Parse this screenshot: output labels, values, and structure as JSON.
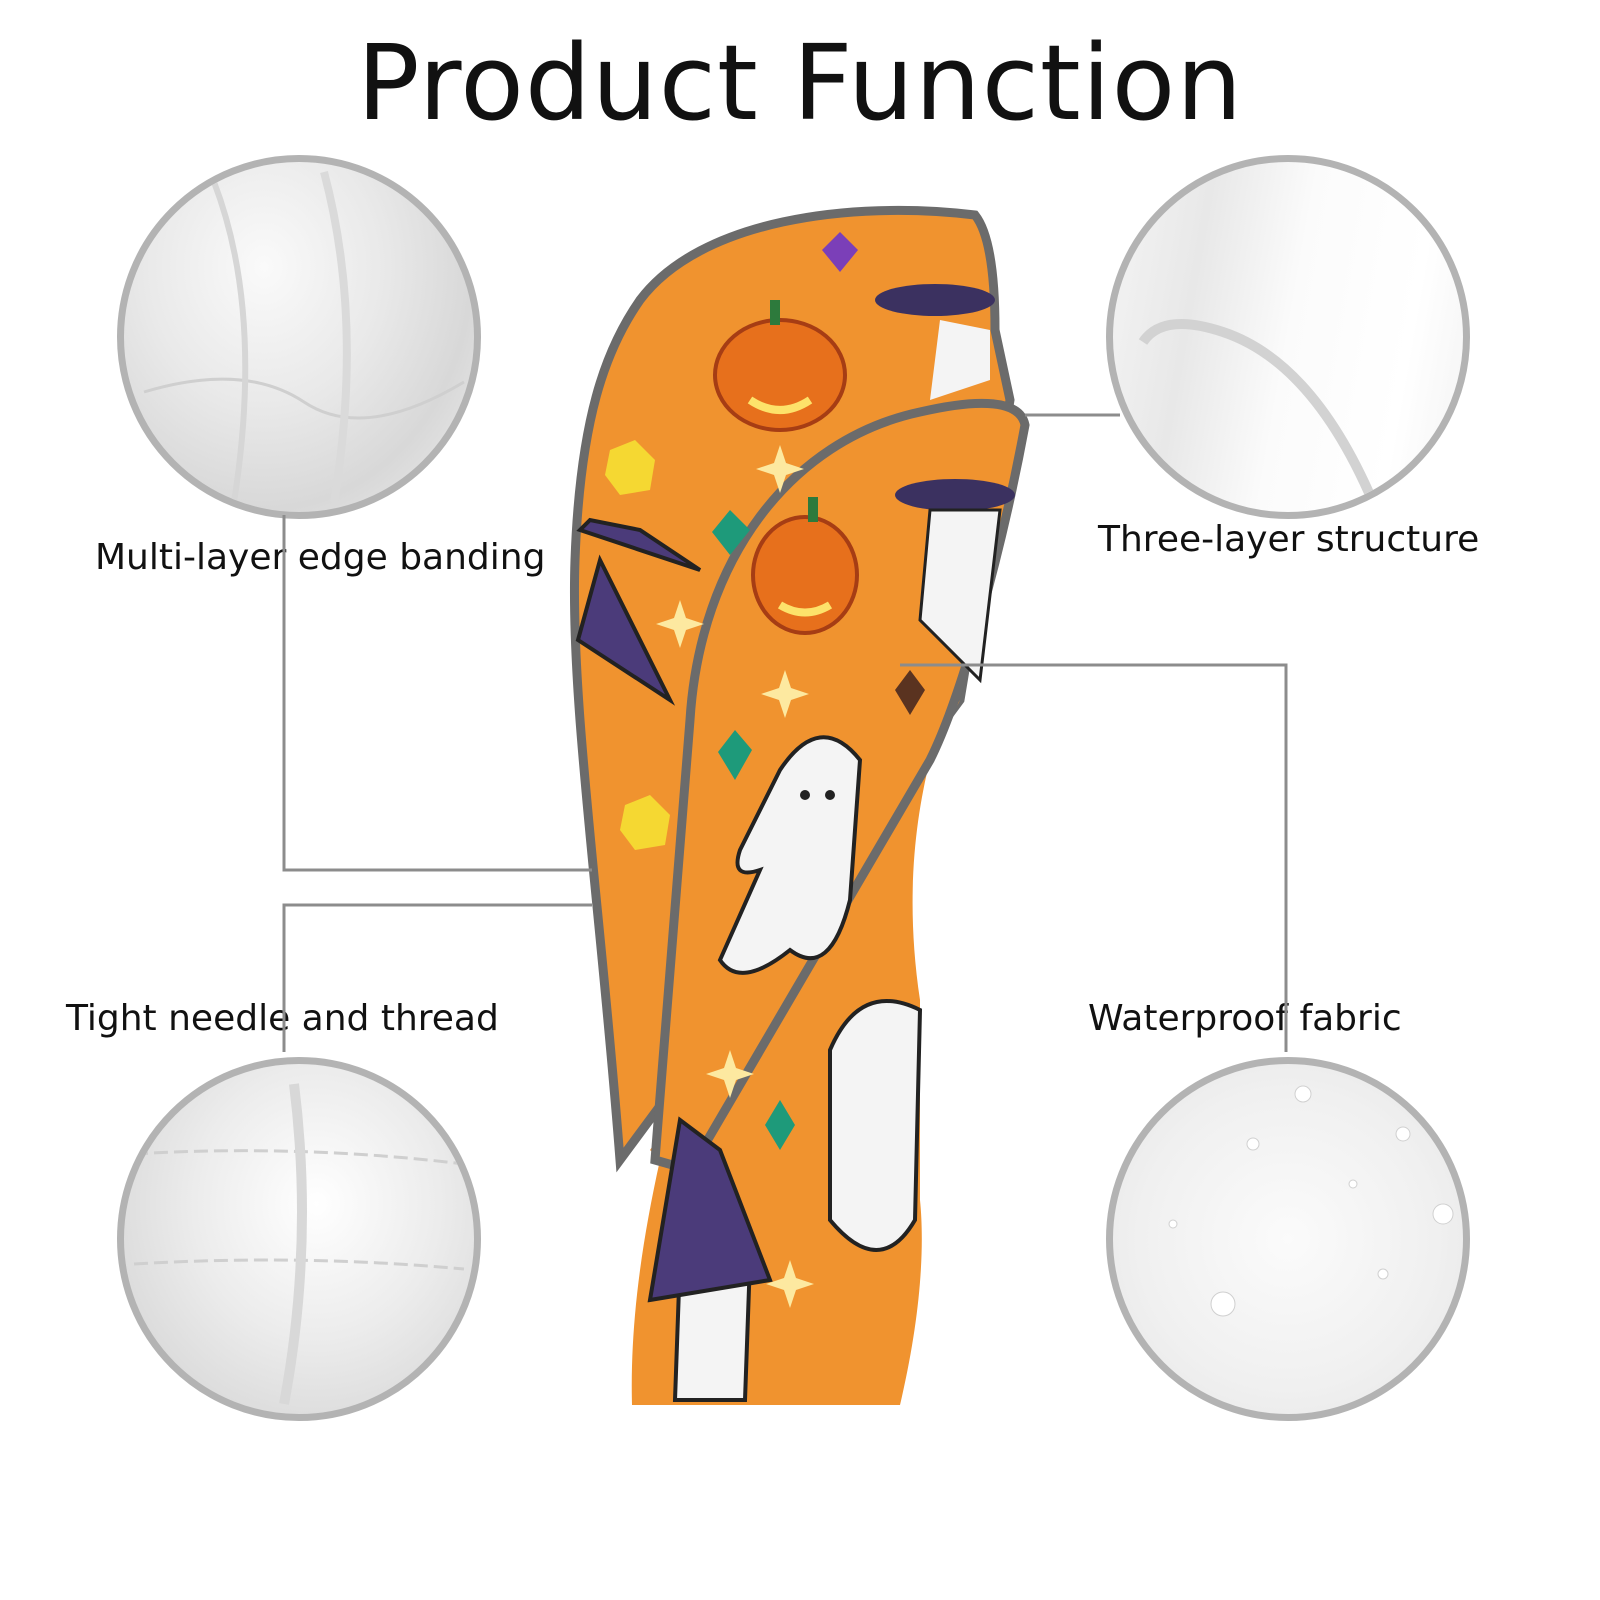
{
  "title": "Product Function",
  "features": {
    "edge_banding": "Multi-layer edge banding",
    "three_layer": "Three-layer structure",
    "needle_thread": "Tight needle and thread",
    "waterproof": "Waterproof fabric"
  },
  "colors": {
    "fabric": "#f0932f",
    "trim": "#6b6b6b",
    "circle_border": "#b3b3b3",
    "connector": "#8c8c8c"
  }
}
